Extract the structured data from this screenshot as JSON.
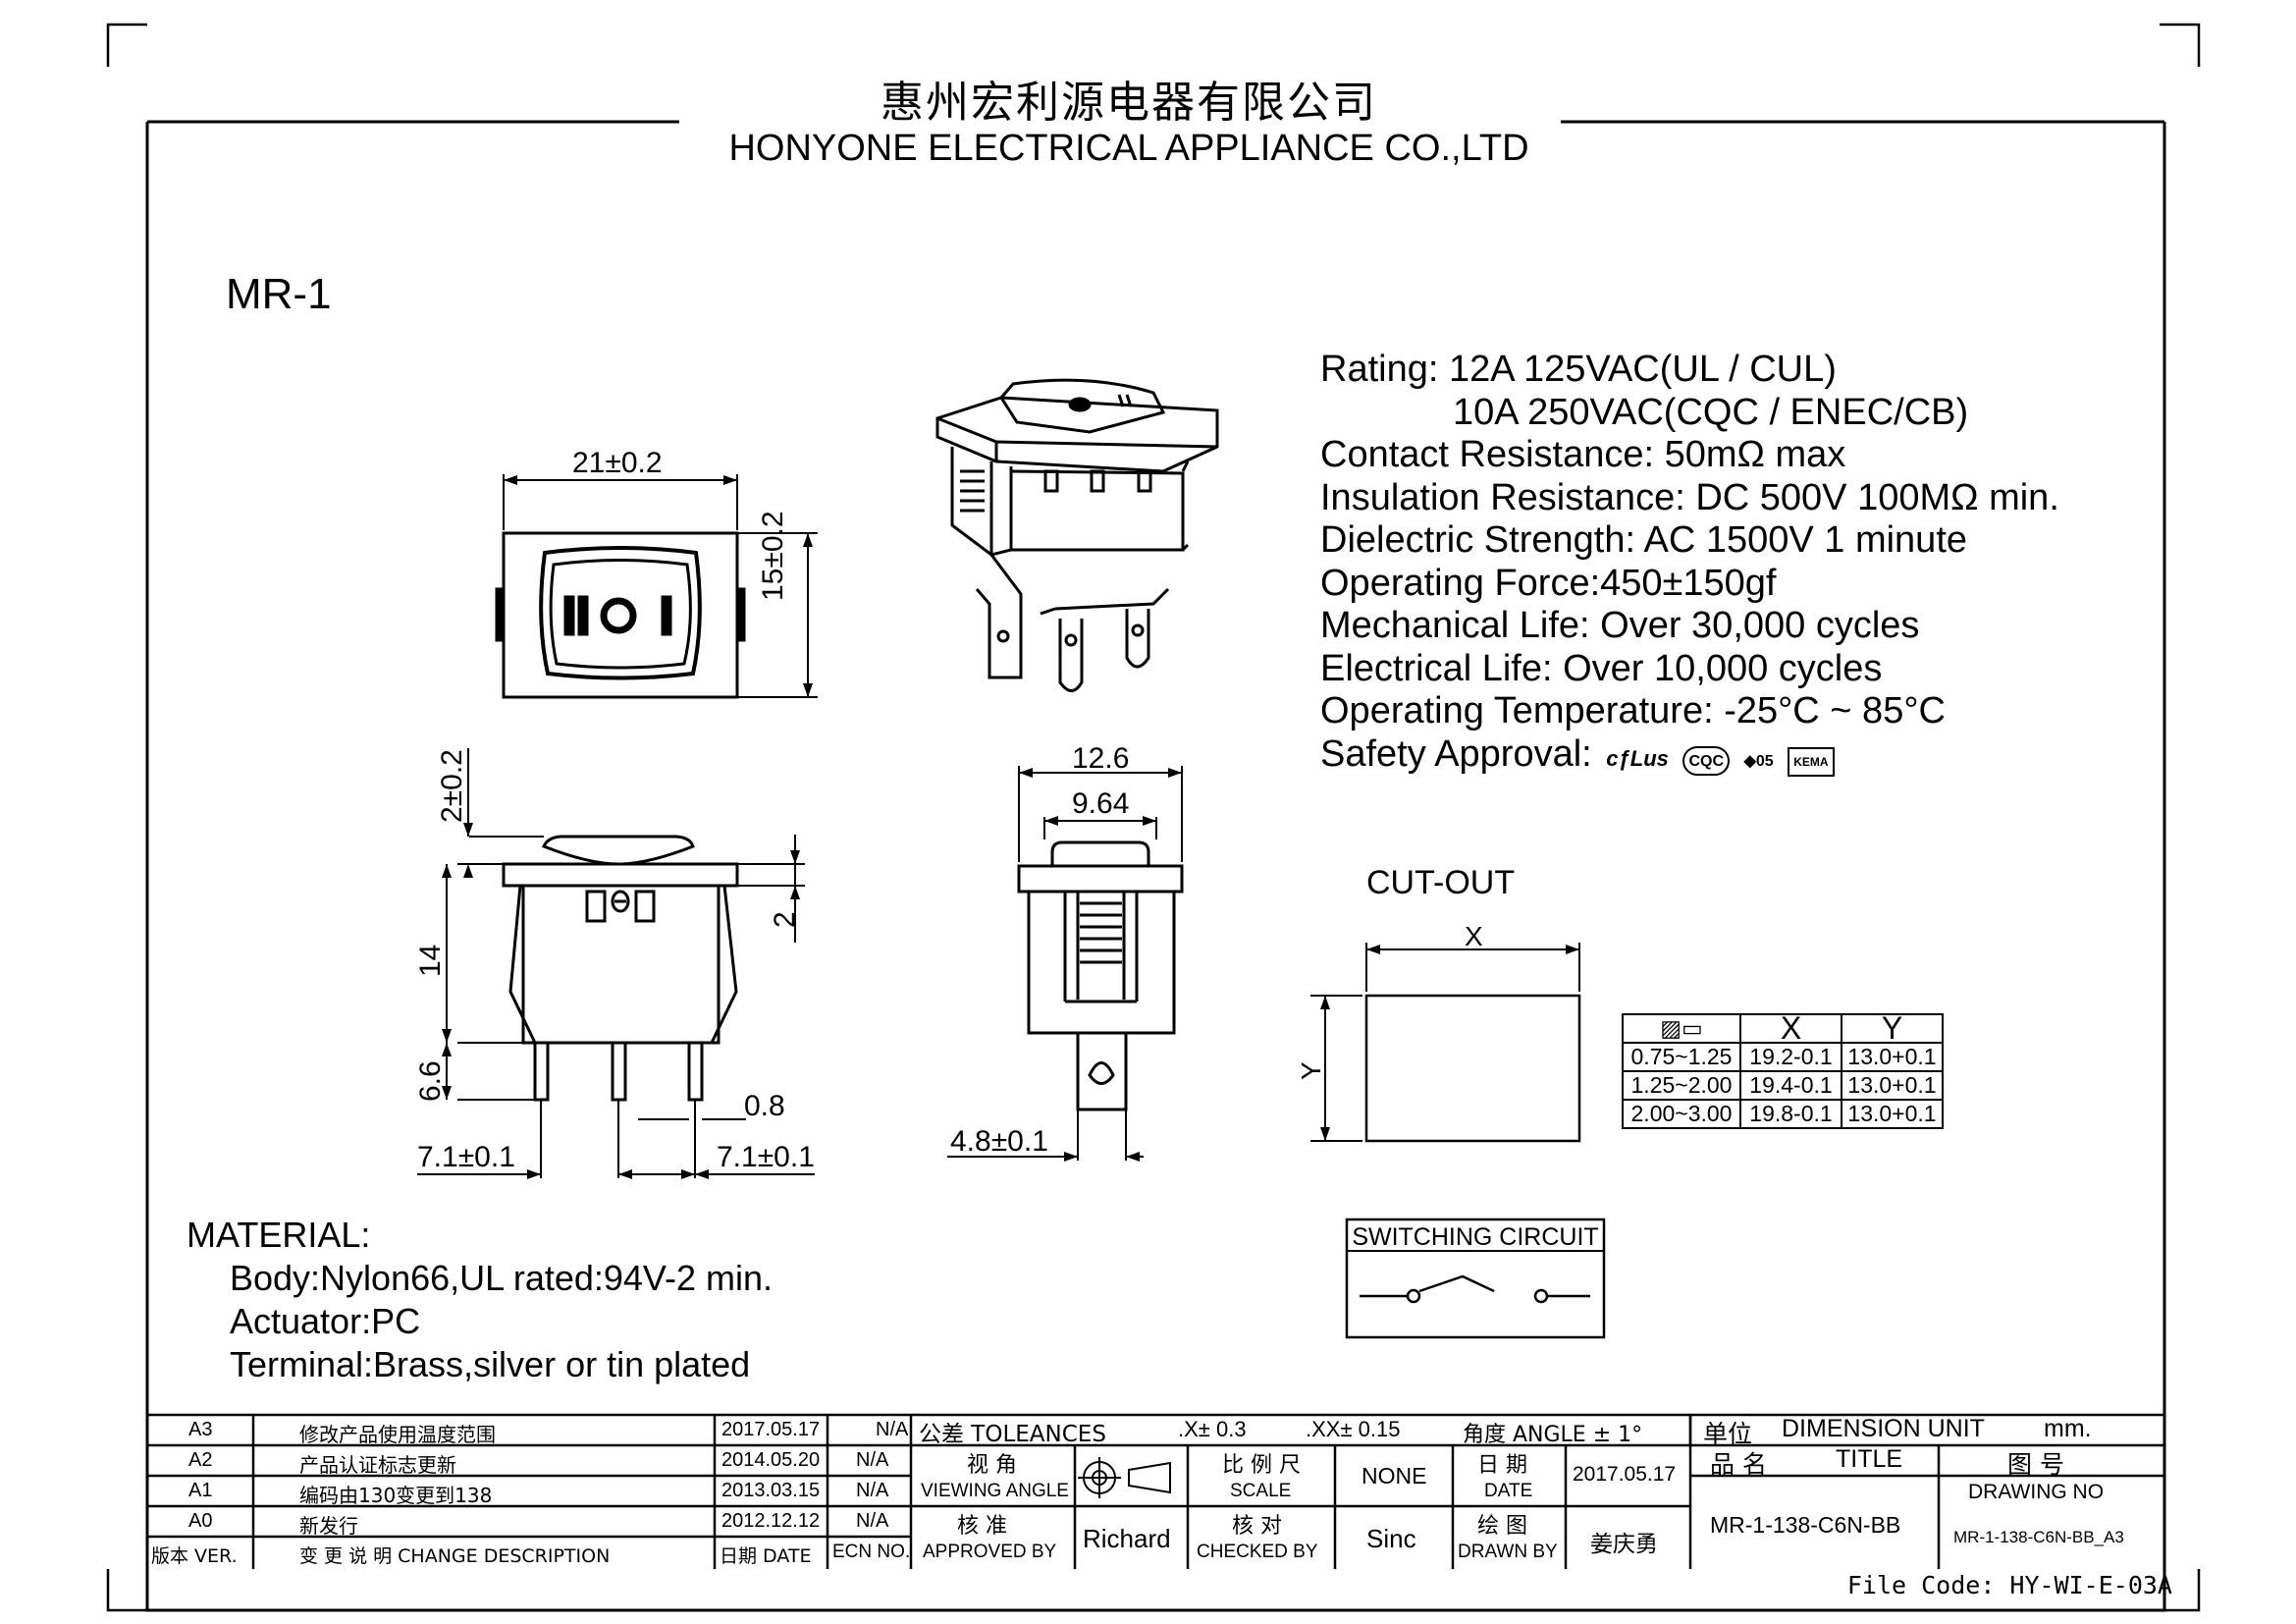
{
  "header": {
    "company_cn": "惠州宏利源电器有限公司",
    "company_en": "HONYONE ELECTRICAL APPLIANCE  CO.,LTD"
  },
  "model": "MR-1",
  "specs": {
    "rating_1": "Rating: 12A 125VAC(UL / CUL)",
    "rating_2": "10A  250VAC(CQC / ENEC/CB)",
    "contact_resistance": "Contact Resistance: 50mΩ max",
    "insulation_resistance": "Insulation Resistance: DC 500V 100MΩ min.",
    "dielectric_strength": "Dielectric Strength: AC 1500V 1 minute",
    "operating_force": "Operating Force:450±150gf",
    "mechanical_life": "Mechanical Life: Over 30,000 cycles",
    "electrical_life": "Electrical Life: Over 10,000 cycles",
    "operating_temperature": "Operating Temperature: -25°C ~ 85°C",
    "safety_approval": "Safety Approval:",
    "cert_ul": "cƒLus",
    "cert_cqc": "CQC",
    "cert_enec": "05",
    "cert_kema": "KEMA"
  },
  "dimensions": {
    "width": "21±0.2",
    "height": "15±0.2",
    "actuator_height": "2±0.2",
    "body_height": "14",
    "flange": "2",
    "terminal_length": "6.6",
    "terminal_thickness": "0.8",
    "pitch_left": "7.1±0.1",
    "pitch_right": "7.1±0.1",
    "side_width": "12.6",
    "side_inner": "9.64",
    "terminal_width": "4.8±0.1",
    "cutout_x": "X",
    "cutout_y": "Y"
  },
  "cutout": {
    "title": "CUT-OUT",
    "header": [
      "",
      "X",
      "Y"
    ],
    "rows": [
      [
        "0.75~1.25",
        "19.2-0.1",
        "13.0+0.1"
      ],
      [
        "1.25~2.00",
        "19.4-0.1",
        "13.0+0.1"
      ],
      [
        "2.00~3.00",
        "19.8-0.1",
        "13.0+0.1"
      ]
    ]
  },
  "material": {
    "title": "MATERIAL:",
    "body": "Body:Nylon66,UL rated:94V-2 min.",
    "actuator": "Actuator:PC",
    "terminal": "Terminal:Brass,silver or tin plated"
  },
  "switching_circuit": "SWITCHING CIRCUIT",
  "title_block": {
    "revisions": [
      {
        "ver": "A3",
        "desc": "修改产品使用温度范围",
        "date": "2017.05.17",
        "ecn": "N/A"
      },
      {
        "ver": "A2",
        "desc": "产品认证标志更新",
        "date": "2014.05.20",
        "ecn": "N/A"
      },
      {
        "ver": "A1",
        "desc": "编码由130变更到138",
        "date": "2013.03.15",
        "ecn": "N/A"
      },
      {
        "ver": "A0",
        "desc": "新发行",
        "date": "2012.12.12",
        "ecn": "N/A"
      }
    ],
    "col_ver": "版本 VER.",
    "col_desc": "变 更 说 明  CHANGE DESCRIPTION",
    "col_date": "日期 DATE",
    "col_ecn": "ECN NO.",
    "tolerance_label": "公差 TOLEANCES",
    "tol_x": ".X± 0.3",
    "tol_xx": ".XX± 0.15",
    "tol_angle": "角度 ANGLE ± 1°",
    "unit_cn": "单位",
    "unit_en": "DIMENSION UNIT",
    "unit_value": "mm.",
    "viewing_cn": "视 角",
    "viewing_en": "VIEWING ANGLE",
    "scale_cn": "比 例 尺",
    "scale_en": "SCALE",
    "scale_value": "NONE",
    "date_cn": "日 期",
    "date_en": "DATE",
    "date_value": "2017.05.17",
    "title_cn": "品 名",
    "title_en": "TITLE",
    "drawing_cn": "图 号",
    "drawing_en": "DRAWING NO",
    "approved_cn": "核 准",
    "approved_en": "APPROVED BY",
    "approved_value": "Richard",
    "checked_cn": "核 对",
    "checked_en": "CHECKED BY",
    "checked_value": "Sinc",
    "drawn_cn": "绘 图",
    "drawn_en": "DRAWN BY",
    "drawn_value": "姜庆勇",
    "title_value": "MR-1-138-C6N-BB",
    "drawing_value": "MR-1-138-C6N-BB_A3"
  },
  "file_code": "File Code: HY-WI-E-03A"
}
